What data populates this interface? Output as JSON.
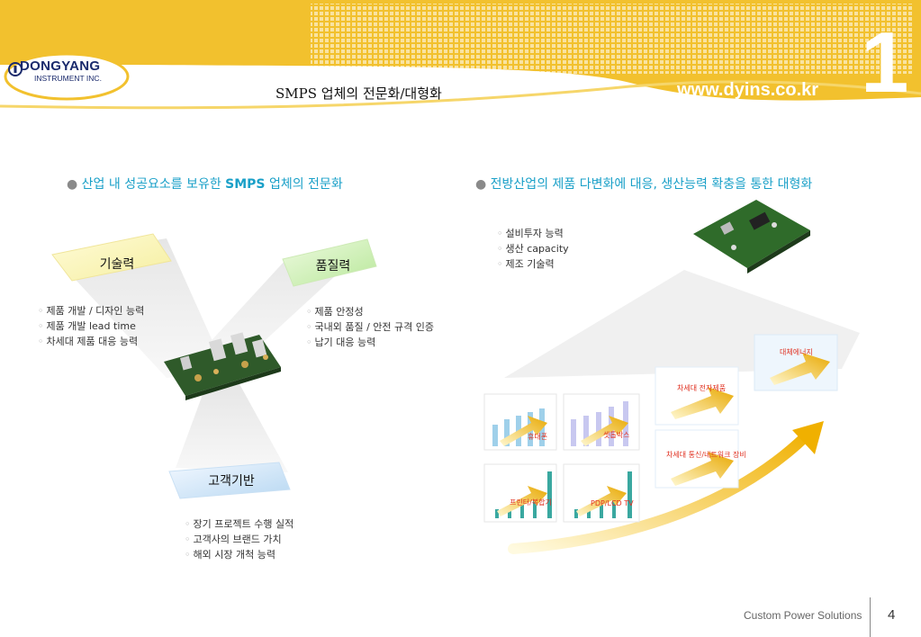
{
  "header": {
    "logo_main": "DONGYANG",
    "logo_sub": "INSTRUMENT INC.",
    "title": "SMPS 업체의 전문화/대형화",
    "website": "www.dyins.co.kr",
    "section_number": "1",
    "accent_color": "#f2c12e"
  },
  "left_section": {
    "heading_pre": "산업 내 성공요소를 보유한 ",
    "heading_bold": "SMPS",
    "heading_post": " 업체의 전문화",
    "boxes": {
      "technology": "기술력",
      "quality": "품질력",
      "customer": "고객기반"
    },
    "technology_items": [
      "제품 개발 / 디자인 능력",
      "제품 개발 lead time",
      "차세대 제품 대응 능력"
    ],
    "quality_items": [
      "제품 안정성",
      "국내외 품질 / 안전 규격 인증",
      "납기 대응 능력"
    ],
    "customer_items": [
      "장기 프로젝트 수행 실적",
      "고객사의 브랜드 가치",
      "해외 시장 개척 능력"
    ]
  },
  "right_section": {
    "heading": "전방산업의 제품 다변화에 대응, 생산능력 확충을 통한 대형화",
    "items": [
      "설비투자 능력",
      "생산 capacity",
      "제조 기술력"
    ],
    "products": {
      "mobile": "휴대폰",
      "settop": "셋톱박스",
      "printer": "프린터/복합기",
      "pdp_lcd": "PDP/LCD TV",
      "next_gen": "차세대 전자제품",
      "network": "차세대 통신/네트워크 장비",
      "alt_energy": "대체에너지"
    }
  },
  "footer": {
    "tagline": "Custom Power Solutions",
    "page_number": "4"
  }
}
